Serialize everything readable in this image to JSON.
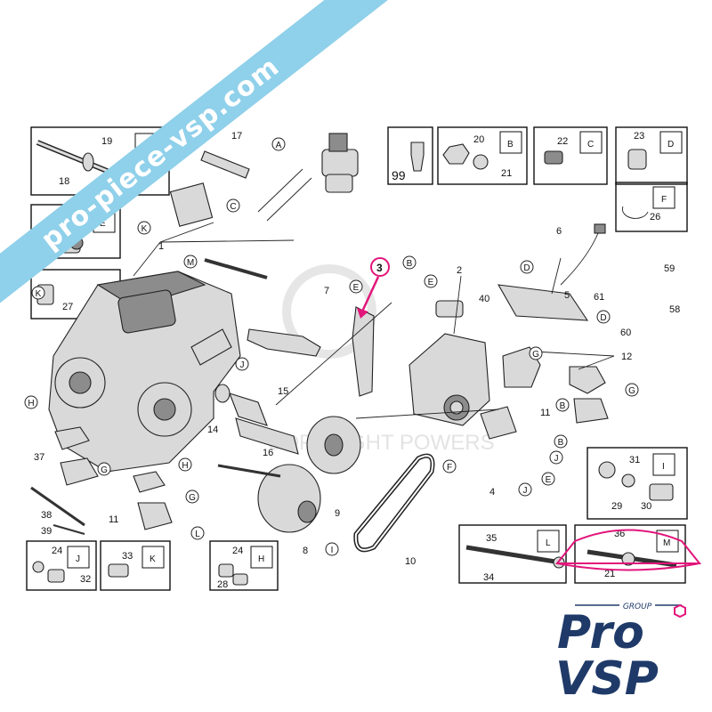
{
  "reference_number": "3",
  "callouts": [
    "1",
    "2",
    "4",
    "5",
    "6",
    "7",
    "8",
    "9",
    "10",
    "11",
    "12",
    "14",
    "15",
    "16",
    "17",
    "18",
    "19",
    "20",
    "21",
    "22",
    "23",
    "24",
    "26",
    "27",
    "28",
    "29",
    "30",
    "31",
    "32",
    "33",
    "34",
    "35",
    "36",
    "37",
    "38",
    "39",
    "40",
    "58",
    "59",
    "60",
    "61",
    "99"
  ],
  "inset_letters": [
    "A",
    "B",
    "C",
    "D",
    "E",
    "F",
    "H",
    "I",
    "J",
    "K",
    "L",
    "M"
  ],
  "callout_letters": [
    "A",
    "B",
    "C",
    "D",
    "E",
    "F",
    "G",
    "H",
    "I",
    "J",
    "K",
    "L",
    "M"
  ],
  "watermark": {
    "text": "pro-piece-vsp.com",
    "color": "#8fd0ea"
  },
  "copyright_text": "COPYRIGHT POWERS",
  "logo": {
    "group": "GROUP",
    "pro": "Pro",
    "vsp": "VSP",
    "primary_color": "#1f3a68",
    "accent_color": "#e2157a"
  },
  "highlight_color": "#e2157a"
}
